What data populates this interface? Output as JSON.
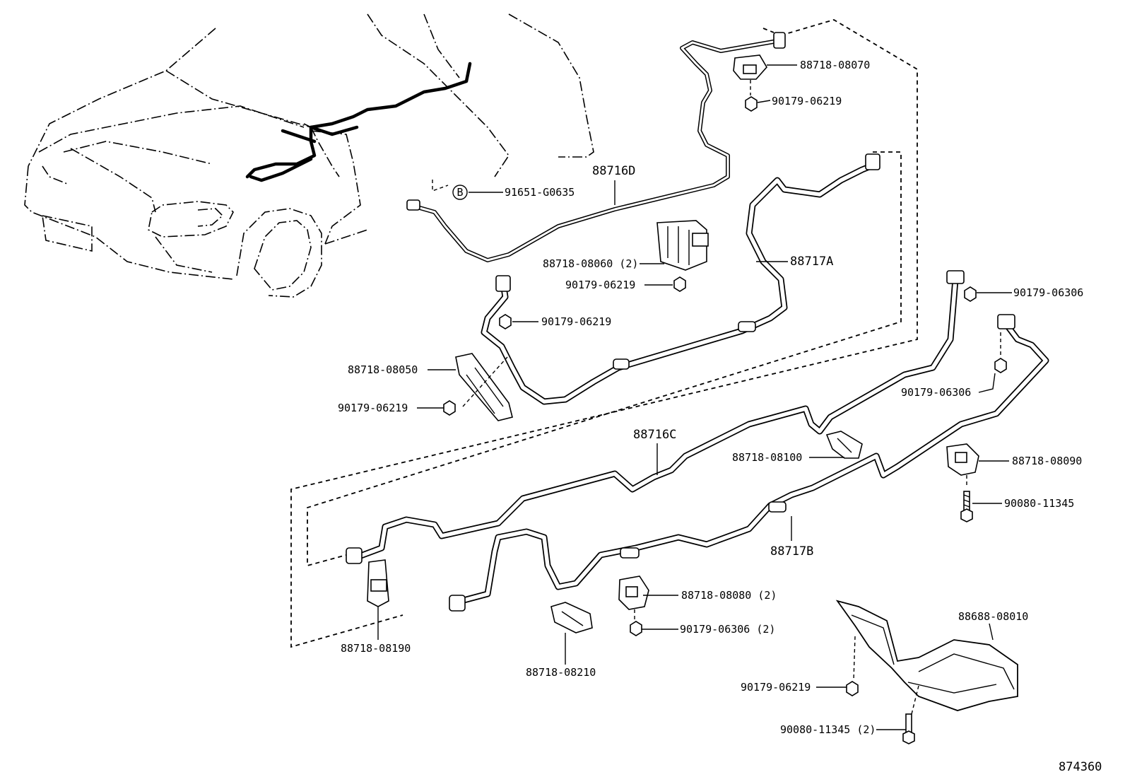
{
  "labels": {
    "p_88718_08070": "88718-08070",
    "p_90179_06219_top": "90179-06219",
    "p_88716D": "88716D",
    "p_91651_G0635": "91651-G0635",
    "marker_B": "B",
    "p_88718_08060": "88718-08060 (2)",
    "p_90179_06219_mid": "90179-06219",
    "p_88717A": "88717A",
    "p_90179_06306_a": "90179-06306",
    "p_90179_06219_left": "90179-06219",
    "p_88718_08050": "88718-08050",
    "p_90179_06219_low": "90179-06219",
    "p_90179_06306_b": "90179-06306",
    "p_88716C": "88716C",
    "p_88718_08100": "88718-08100",
    "p_88718_08090": "88718-08090",
    "p_90080_11345": "90080-11345",
    "p_88717B": "88717B",
    "p_88718_08080": "88718-08080 (2)",
    "p_90179_06306_c": "90179-06306 (2)",
    "p_88718_08190": "88718-08190",
    "p_88718_08210": "88718-08210",
    "p_88688_08010": "88688-08010",
    "p_90179_06219_shield": "90179-06219",
    "p_90080_11345_2": "90080-11345 (2)",
    "figure_ref": "874360"
  }
}
